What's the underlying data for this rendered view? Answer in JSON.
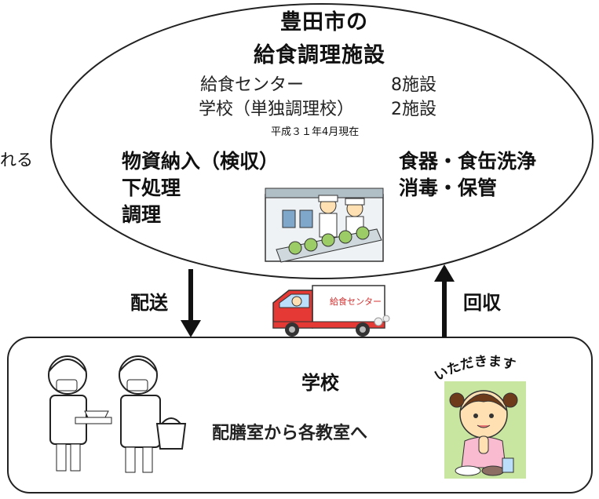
{
  "left_edge_fragment": "れる",
  "facility": {
    "title_line1": "豊田市の",
    "title_line2": "給食調理施設",
    "center_label": "給食センター",
    "center_count": "8施設",
    "school_label": "学校（単独調理校）",
    "school_count": "2施設",
    "as_of": "平成３１年4月現在",
    "tasks_left": [
      "物資納入（検収）",
      "下処理",
      "調理"
    ],
    "tasks_right": [
      "食器・食缶洗浄",
      "消毒・保管"
    ]
  },
  "arrows": {
    "down_label": "配送",
    "up_label": "回収"
  },
  "truck_sign": "給食センター",
  "school": {
    "title": "学校",
    "subtitle": "配膳室から各教室へ",
    "speech": "いただきます"
  },
  "colors": {
    "outline": "#222222",
    "truck_red": "#e53935",
    "girl_panel": "#c8e6a0",
    "cabbage": "#9ccc65"
  }
}
